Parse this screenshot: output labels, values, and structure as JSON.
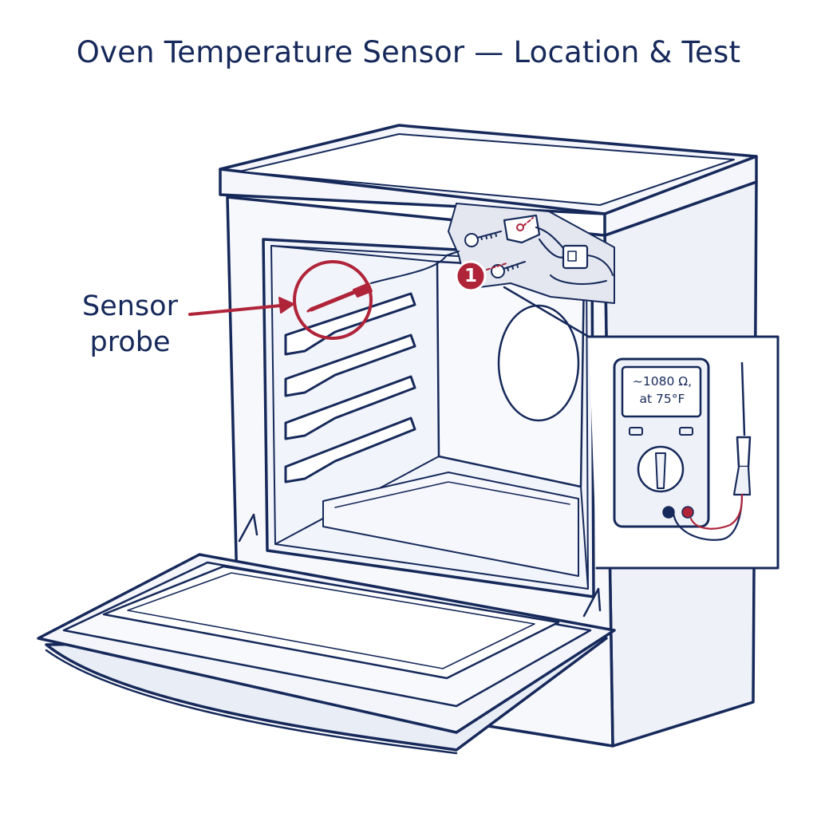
{
  "title": "Oven Temperature Sensor — Location & Test",
  "callout": {
    "line1": "Sensor",
    "line2": "probe"
  },
  "step_marker": "1",
  "meter": {
    "reading_line1": "~1080 Ω,",
    "reading_line2": "at 75°F"
  },
  "colors": {
    "outline": "#16295a",
    "accent": "#b0243a",
    "fill": "#eef1f8",
    "interior": "#f5f7fc"
  }
}
